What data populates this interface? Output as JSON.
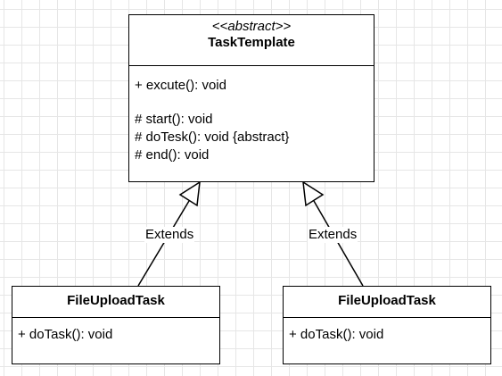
{
  "base_class": {
    "stereotype": "<<abstract>>",
    "name": "TaskTemplate",
    "public_members": [
      "+ excute(): void"
    ],
    "protected_members": [
      "# start(): void",
      "# doTesk(): void {abstract}",
      "# end(): void"
    ]
  },
  "subclasses": [
    {
      "name": "FileUploadTask",
      "members": [
        "+ doTask(): void"
      ]
    },
    {
      "name": "FileUploadTask",
      "members": [
        "+ doTask(): void"
      ]
    }
  ],
  "relations": [
    {
      "label": "Extends",
      "type": "generalization"
    },
    {
      "label": "Extends",
      "type": "generalization"
    }
  ],
  "colors": {
    "line": "#000000",
    "grid": "#e6e6e6",
    "background": "#ffffff"
  }
}
